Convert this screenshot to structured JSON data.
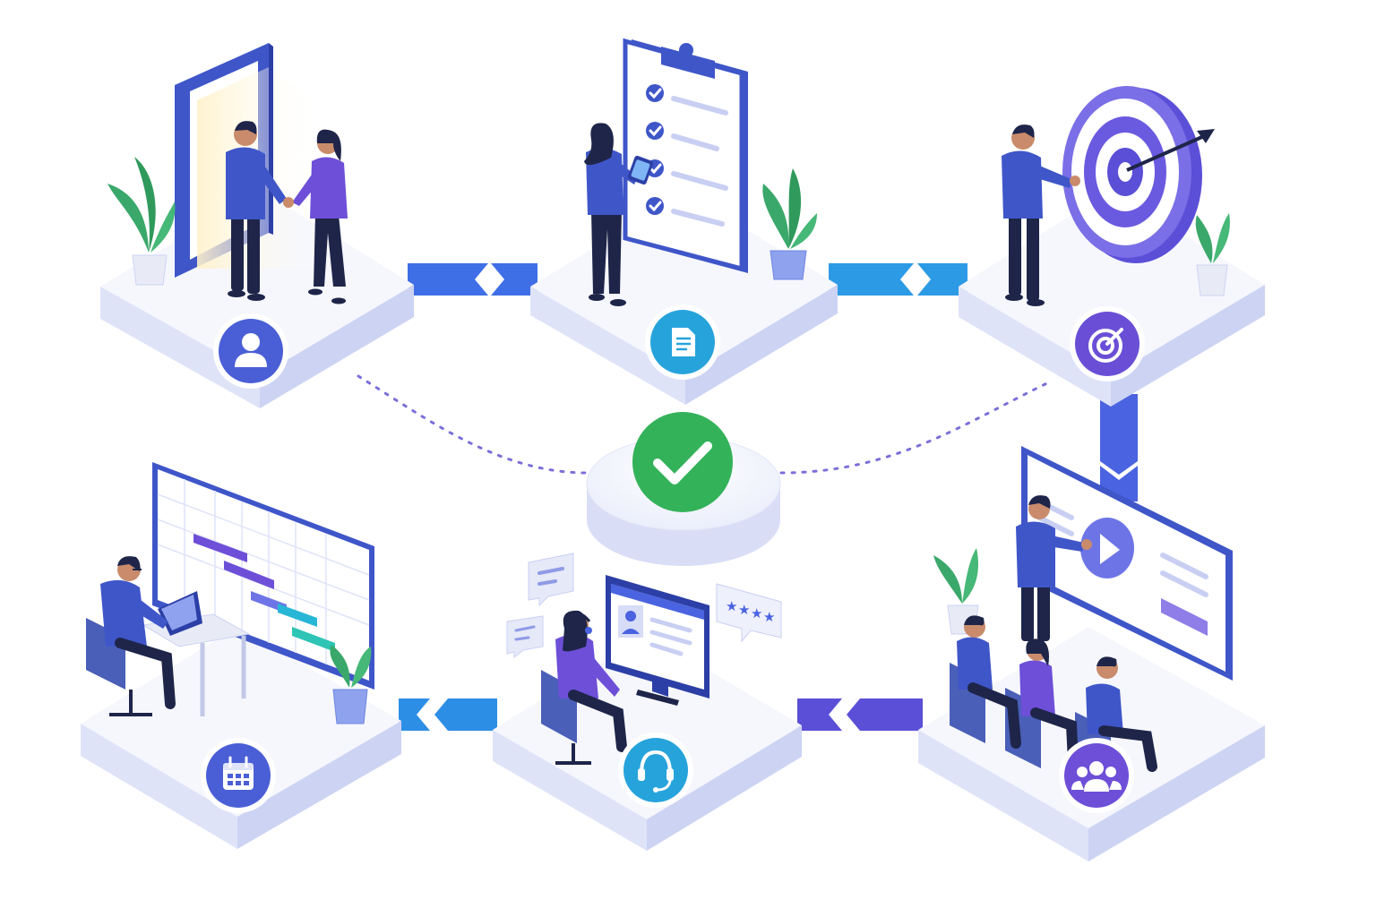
{
  "diagram": {
    "type": "isometric-process-flow",
    "center_hub": {
      "icon": "check-icon",
      "color": "#34b25a"
    },
    "stages": [
      {
        "id": "welcome",
        "icon": "user-icon",
        "icon_color": "#4a5fd6",
        "scene": "handshake-at-doorway"
      },
      {
        "id": "requirements",
        "icon": "document-icon",
        "icon_color": "#27a3dc",
        "scene": "clipboard-checklist"
      },
      {
        "id": "goals",
        "icon": "target-icon",
        "icon_color": "#6a4fd6",
        "scene": "pointing-at-target"
      },
      {
        "id": "presentation",
        "icon": "group-icon",
        "icon_color": "#6d4fd8",
        "scene": "team-watching-presentation"
      },
      {
        "id": "support",
        "icon": "headset-icon",
        "icon_color": "#27a3dc",
        "scene": "support-agent-at-computer"
      },
      {
        "id": "planning",
        "icon": "calendar-icon",
        "icon_color": "#4a5fd6",
        "scene": "gantt-chart-planning"
      }
    ],
    "flow": [
      {
        "from": "welcome",
        "to": "requirements",
        "color": "#3f6fe6"
      },
      {
        "from": "requirements",
        "to": "goals",
        "color": "#2d9ae6"
      },
      {
        "from": "goals",
        "to": "presentation",
        "color": "#4a63e0"
      },
      {
        "from": "presentation",
        "to": "support",
        "color": "#5b4fd8"
      },
      {
        "from": "support",
        "to": "planning",
        "color": "#2d8ee6"
      }
    ],
    "colors": {
      "platform_top": "#f6f7fd",
      "platform_side": "#cdd3f3",
      "primary_blue": "#3f56c9",
      "dark_navy": "#1e2549",
      "plant_green": "#3aa86a",
      "dotted_link": "#7a6fd8"
    }
  }
}
